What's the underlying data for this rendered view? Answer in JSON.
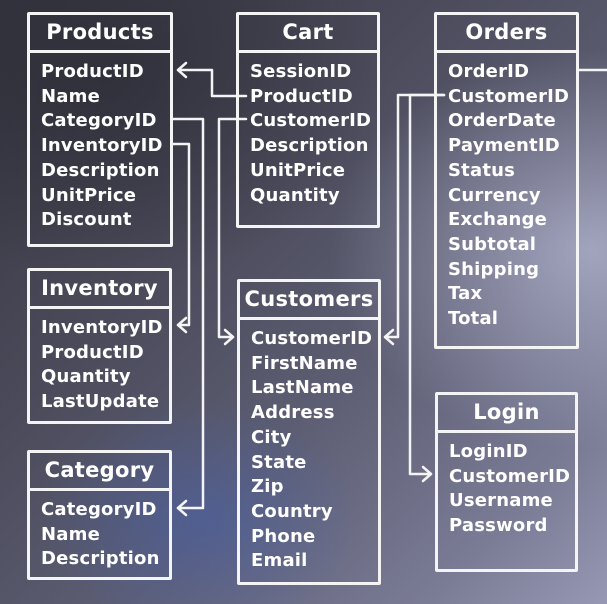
{
  "tables": {
    "products": {
      "title": "Products",
      "fields": [
        "ProductID",
        "Name",
        "CategoryID",
        "InventoryID",
        "Description",
        "UnitPrice",
        "Discount"
      ]
    },
    "cart": {
      "title": "Cart",
      "fields": [
        "SessionID",
        "ProductID",
        "CustomerID",
        "Description",
        "UnitPrice",
        "Quantity"
      ]
    },
    "orders": {
      "title": "Orders",
      "fields": [
        "OrderID",
        "CustomerID",
        "OrderDate",
        "PaymentID",
        "Status",
        "Currency",
        "Exchange",
        "Subtotal",
        "Shipping",
        "Tax",
        "Total"
      ]
    },
    "inventory": {
      "title": "Inventory",
      "fields": [
        "InventoryID",
        "ProductID",
        "Quantity",
        "LastUpdate"
      ]
    },
    "customers": {
      "title": "Customers",
      "fields": [
        "CustomerID",
        "FirstName",
        "LastName",
        "Address",
        "City",
        "State",
        "Zip",
        "Country",
        "Phone",
        "Email"
      ]
    },
    "category": {
      "title": "Category",
      "fields": [
        "CategoryID",
        "Name",
        "Description"
      ]
    },
    "login": {
      "title": "Login",
      "fields": [
        "LoginID",
        "CustomerID",
        "Username",
        "Password"
      ]
    }
  },
  "relationships": [
    {
      "from": "cart.ProductID",
      "to": "products.ProductID"
    },
    {
      "from": "products.CategoryID",
      "to": "category.CategoryID"
    },
    {
      "from": "products.InventoryID",
      "to": "inventory.InventoryID"
    },
    {
      "from": "cart.CustomerID",
      "to": "customers.CustomerID"
    },
    {
      "from": "orders.CustomerID",
      "to": "customers.CustomerID"
    },
    {
      "from": "orders.CustomerID",
      "to": "login.CustomerID"
    },
    {
      "from": "orders.OrderID",
      "to": "off-canvas"
    }
  ],
  "colors": {
    "line": "#f4f4f4",
    "text": "#ffffff"
  }
}
